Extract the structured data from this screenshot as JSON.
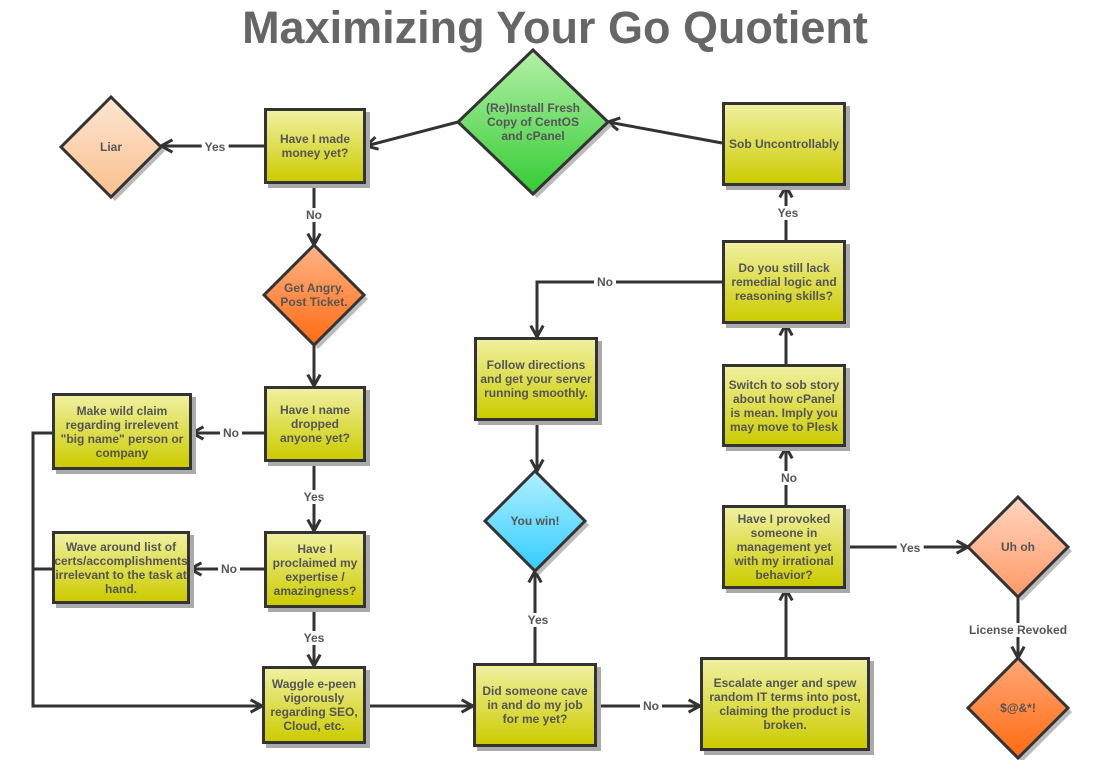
{
  "title": "Maximizing Your Go Quotient",
  "nodes": [
    {
      "id": "liar",
      "shape": "diamond",
      "text": "Liar",
      "color": [
        "#fde6d2",
        "#fbc08e"
      ]
    },
    {
      "id": "money",
      "shape": "box",
      "text": "Have I made money yet?"
    },
    {
      "id": "reinstall",
      "shape": "diamond",
      "text": "(Re)Install Fresh Copy of CentOS and cPanel",
      "color": [
        "#b4f0a8",
        "#33cc33"
      ]
    },
    {
      "id": "sob",
      "shape": "box",
      "text": "Sob Uncontrollably"
    },
    {
      "id": "angry",
      "shape": "diamond",
      "text": "Get Angry. Post Ticket.",
      "color": [
        "#ffb488",
        "#ff6a10"
      ]
    },
    {
      "id": "lack",
      "shape": "box",
      "text": "Do you still lack remedial logic and reasoning skills?"
    },
    {
      "id": "follow",
      "shape": "box",
      "text": "Follow directions and get your server running smoothly."
    },
    {
      "id": "wild",
      "shape": "box",
      "text": "Make wild claim regarding irrelevent \"big name\" person or company"
    },
    {
      "id": "namedrop",
      "shape": "box",
      "text": "Have I name dropped anyone yet?"
    },
    {
      "id": "switch",
      "shape": "box",
      "text": "Switch to sob story about how cPanel is mean. Imply you may move to Plesk"
    },
    {
      "id": "win",
      "shape": "diamond",
      "text": "You win!",
      "color": [
        "#b0f0ff",
        "#33ccff"
      ]
    },
    {
      "id": "provoked",
      "shape": "box",
      "text": "Have I provoked someone in management yet with my irrational behavior?"
    },
    {
      "id": "uhoh",
      "shape": "diamond",
      "text": "Uh oh",
      "color": [
        "#ffd6c0",
        "#ff9966"
      ]
    },
    {
      "id": "wave",
      "shape": "box",
      "text": "Wave around list of certs/accomplishments irrelevant to the task at hand."
    },
    {
      "id": "proclaimed",
      "shape": "box",
      "text": "Have I proclaimed my expertise / amazingness?"
    },
    {
      "id": "waggle",
      "shape": "box",
      "text": "Waggle e-peen vigorously regarding SEO, Cloud, etc."
    },
    {
      "id": "cave",
      "shape": "box",
      "text": "Did someone cave in and do my job for me yet?"
    },
    {
      "id": "escalate",
      "shape": "box",
      "text": "Escalate anger and spew random IT terms into post, claiming the product is broken."
    },
    {
      "id": "curse",
      "shape": "diamond",
      "text": "$@&*!",
      "color": [
        "#ffa878",
        "#ff6a10"
      ]
    }
  ],
  "edges": [
    {
      "from": "money",
      "to": "liar",
      "label": "Yes"
    },
    {
      "from": "reinstall",
      "to": "money",
      "label": ""
    },
    {
      "from": "sob",
      "to": "reinstall",
      "label": ""
    },
    {
      "from": "money",
      "to": "angry",
      "label": "No"
    },
    {
      "from": "angry",
      "to": "namedrop",
      "label": ""
    },
    {
      "from": "namedrop",
      "to": "wild",
      "label": "No"
    },
    {
      "from": "namedrop",
      "to": "proclaimed",
      "label": "Yes"
    },
    {
      "from": "proclaimed",
      "to": "wave",
      "label": "No"
    },
    {
      "from": "proclaimed",
      "to": "waggle",
      "label": "Yes"
    },
    {
      "from": "wild",
      "to": "waggle",
      "label": ""
    },
    {
      "from": "wave",
      "to": "waggle",
      "label": ""
    },
    {
      "from": "waggle",
      "to": "cave",
      "label": ""
    },
    {
      "from": "cave",
      "to": "win",
      "label": "Yes"
    },
    {
      "from": "cave",
      "to": "escalate",
      "label": "No"
    },
    {
      "from": "escalate",
      "to": "provoked",
      "label": ""
    },
    {
      "from": "provoked",
      "to": "switch",
      "label": "No"
    },
    {
      "from": "switch",
      "to": "lack",
      "label": ""
    },
    {
      "from": "lack",
      "to": "sob",
      "label": "Yes"
    },
    {
      "from": "lack",
      "to": "follow",
      "label": "No"
    },
    {
      "from": "follow",
      "to": "win",
      "label": ""
    },
    {
      "from": "provoked",
      "to": "uhoh",
      "label": "Yes"
    },
    {
      "from": "uhoh",
      "to": "curse",
      "label": "License Revoked"
    }
  ]
}
